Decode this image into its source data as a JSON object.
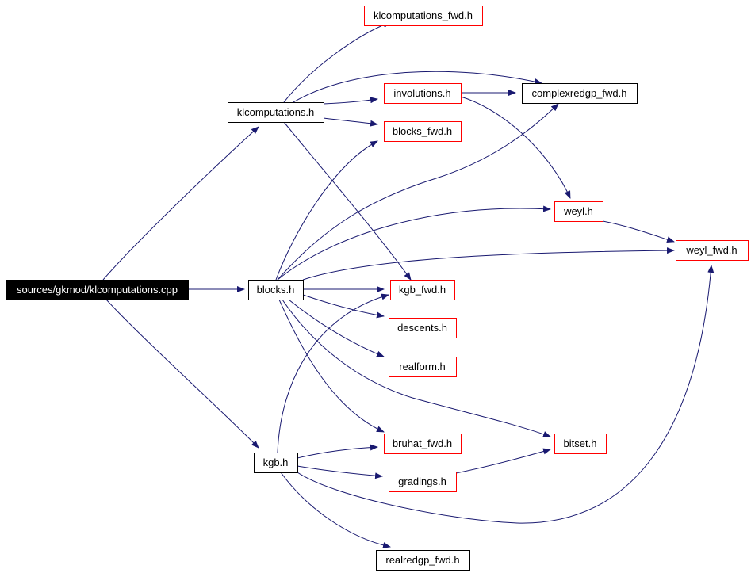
{
  "colors": {
    "edge": "#191970",
    "root_fill": "#000000",
    "root_text": "#ffffff",
    "node_border_black": "#000000",
    "node_border_red": "#ff0000",
    "node_fill": "#ffffff",
    "node_text": "#000000"
  },
  "graph": {
    "nodes": [
      {
        "id": "root",
        "label": "sources/gkmod/klcomputations.cpp",
        "style": "root"
      },
      {
        "id": "klcomputations_h",
        "label": "klcomputations.h",
        "style": "black"
      },
      {
        "id": "blocks_h",
        "label": "blocks.h",
        "style": "black"
      },
      {
        "id": "kgb_h",
        "label": "kgb.h",
        "style": "black"
      },
      {
        "id": "klcomputations_fwd_h",
        "label": "klcomputations_fwd.h",
        "style": "red"
      },
      {
        "id": "involutions_h",
        "label": "involutions.h",
        "style": "red"
      },
      {
        "id": "complexredgp_fwd_h",
        "label": "complexredgp_fwd.h",
        "style": "black"
      },
      {
        "id": "blocks_fwd_h",
        "label": "blocks_fwd.h",
        "style": "red"
      },
      {
        "id": "weyl_h",
        "label": "weyl.h",
        "style": "red"
      },
      {
        "id": "weyl_fwd_h",
        "label": "weyl_fwd.h",
        "style": "red"
      },
      {
        "id": "kgb_fwd_h",
        "label": "kgb_fwd.h",
        "style": "red"
      },
      {
        "id": "descents_h",
        "label": "descents.h",
        "style": "red"
      },
      {
        "id": "realform_h",
        "label": "realform.h",
        "style": "red"
      },
      {
        "id": "bruhat_fwd_h",
        "label": "bruhat_fwd.h",
        "style": "red"
      },
      {
        "id": "bitset_h",
        "label": "bitset.h",
        "style": "red"
      },
      {
        "id": "gradings_h",
        "label": "gradings.h",
        "style": "red"
      },
      {
        "id": "realredgp_fwd_h",
        "label": "realredgp_fwd.h",
        "style": "black"
      }
    ],
    "edges": [
      {
        "from": "root",
        "to": "klcomputations_h"
      },
      {
        "from": "root",
        "to": "blocks_h"
      },
      {
        "from": "root",
        "to": "kgb_h"
      },
      {
        "from": "klcomputations_h",
        "to": "klcomputations_fwd_h"
      },
      {
        "from": "klcomputations_h",
        "to": "complexredgp_fwd_h"
      },
      {
        "from": "klcomputations_h",
        "to": "involutions_h"
      },
      {
        "from": "klcomputations_h",
        "to": "blocks_fwd_h"
      },
      {
        "from": "klcomputations_h",
        "to": "kgb_fwd_h"
      },
      {
        "from": "involutions_h",
        "to": "complexredgp_fwd_h"
      },
      {
        "from": "involutions_h",
        "to": "weyl_h"
      },
      {
        "from": "weyl_h",
        "to": "weyl_fwd_h"
      },
      {
        "from": "blocks_h",
        "to": "blocks_fwd_h"
      },
      {
        "from": "blocks_h",
        "to": "complexredgp_fwd_h"
      },
      {
        "from": "blocks_h",
        "to": "weyl_h"
      },
      {
        "from": "blocks_h",
        "to": "weyl_fwd_h"
      },
      {
        "from": "blocks_h",
        "to": "kgb_fwd_h"
      },
      {
        "from": "blocks_h",
        "to": "descents_h"
      },
      {
        "from": "blocks_h",
        "to": "realform_h"
      },
      {
        "from": "blocks_h",
        "to": "bruhat_fwd_h"
      },
      {
        "from": "blocks_h",
        "to": "bitset_h"
      },
      {
        "from": "kgb_h",
        "to": "kgb_fwd_h"
      },
      {
        "from": "kgb_h",
        "to": "bruhat_fwd_h"
      },
      {
        "from": "kgb_h",
        "to": "gradings_h"
      },
      {
        "from": "kgb_h",
        "to": "weyl_fwd_h"
      },
      {
        "from": "kgb_h",
        "to": "realredgp_fwd_h"
      },
      {
        "from": "gradings_h",
        "to": "bitset_h"
      }
    ]
  }
}
